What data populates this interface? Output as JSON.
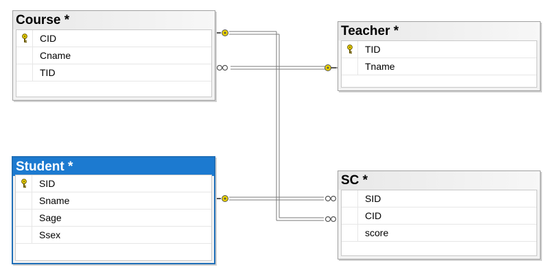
{
  "tables": {
    "course": {
      "title": "Course *",
      "columns": [
        {
          "name": "CID",
          "key": true
        },
        {
          "name": "Cname",
          "key": false
        },
        {
          "name": "TID",
          "key": false
        }
      ]
    },
    "teacher": {
      "title": "Teacher *",
      "columns": [
        {
          "name": "TID",
          "key": true
        },
        {
          "name": "Tname",
          "key": false
        }
      ]
    },
    "student": {
      "title": "Student *",
      "selected": true,
      "columns": [
        {
          "name": "SID",
          "key": true
        },
        {
          "name": "Sname",
          "key": false
        },
        {
          "name": "Sage",
          "key": false
        },
        {
          "name": "Ssex",
          "key": false
        }
      ]
    },
    "sc": {
      "title": "SC *",
      "columns": [
        {
          "name": "SID",
          "key": false
        },
        {
          "name": "CID",
          "key": false
        },
        {
          "name": "score",
          "key": false
        }
      ]
    }
  },
  "relationships": [
    {
      "from": "course.TID",
      "to": "teacher.TID",
      "type": "many-to-one"
    },
    {
      "from": "sc.CID",
      "to": "course.CID",
      "type": "many-to-one"
    },
    {
      "from": "sc.SID",
      "to": "student.SID",
      "type": "many-to-one"
    }
  ],
  "colors": {
    "selected_title": "#1c7ad0",
    "key_icon": "#e8d000",
    "line": "#808080"
  }
}
